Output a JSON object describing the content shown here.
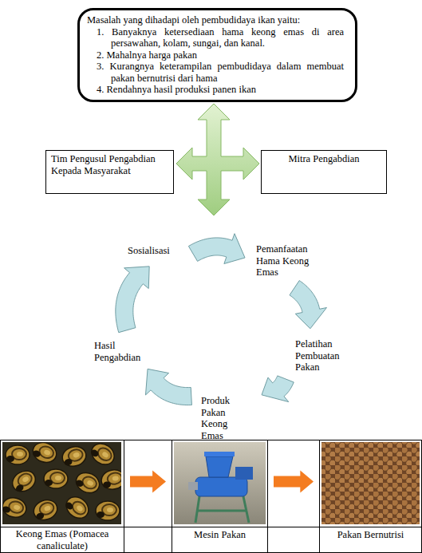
{
  "diagram": {
    "nodes": [
      {
        "text": [
          "Masalah yang dihadapi oleh pembudidaya ikan yaitu:",
          "1. Banyaknya ketersediaan hama keong emas di area persawahan, kolam, sungai, dan kanal.",
          "2. Mahalnya harga pakan",
          "3. Kurangnya keterampilan pembudidaya dalam membuat pakan bernutrisi dari hama",
          "4. Rendahnya hasil produksi panen ikan"
        ]
      },
      {
        "text": [
          "Tim Pengusul Pengabdian Kepada Masyarakat"
        ]
      },
      {
        "text": [
          "Mitra Pengabdian"
        ]
      },
      {
        "text": [
          "Sosialisasi"
        ]
      },
      {
        "text": [
          "Pemanfaatan Hama Keong Emas"
        ]
      },
      {
        "text": [
          "Pelatihan Pembuatan Pakan"
        ]
      },
      {
        "text": [
          "Produk Pakan Keong Emas"
        ]
      },
      {
        "text": [
          "Hasil Pengabdian"
        ]
      },
      {
        "text": [
          "Keong Emas (Pomacea canaliculate)"
        ]
      },
      {
        "text": [
          "Mesin Pakan"
        ]
      },
      {
        "text": [
          "Pakan Bernutrisi"
        ]
      }
    ],
    "edges": [
      {
        "from": 3,
        "to": 4,
        "arrow": "to"
      },
      {
        "from": 4,
        "to": 5,
        "arrow": "to"
      },
      {
        "from": 5,
        "to": 6,
        "arrow": "to"
      },
      {
        "from": 6,
        "to": 7,
        "arrow": "to"
      },
      {
        "from": 7,
        "to": 3,
        "arrow": "to"
      },
      {
        "from": 8,
        "to": 9,
        "arrow": "to"
      },
      {
        "from": 9,
        "to": 10,
        "arrow": "to"
      }
    ]
  }
}
